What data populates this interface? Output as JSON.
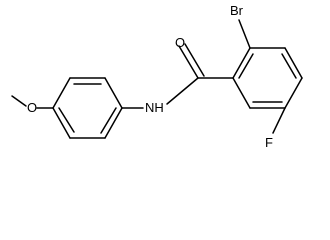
{
  "molecule": {
    "atoms": {
      "bromine": "Br",
      "oxygen_carbonyl": "O",
      "nitrogen_amide": "NH",
      "fluorine": "F",
      "oxygen_methoxy": "O"
    }
  }
}
